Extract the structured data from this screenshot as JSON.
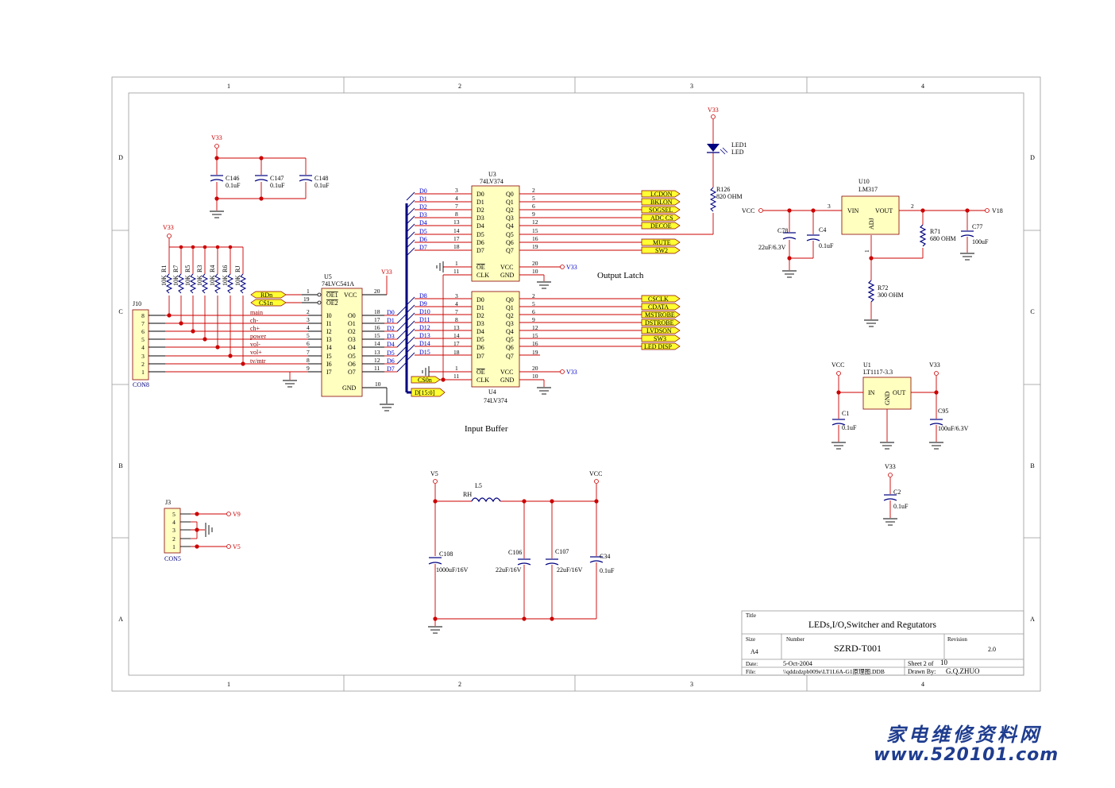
{
  "colors": {
    "wire": "#cc0000",
    "part": "#000080",
    "body_fill": "#ffffc0",
    "body_stroke": "#8b0000",
    "net_fill": "#ffff33",
    "frame": "#999999",
    "text": "#000000",
    "bus": "#000080",
    "cap": "#000080"
  },
  "frame": {
    "cols": [
      "1",
      "2",
      "3",
      "4"
    ],
    "rows": [
      "D",
      "C",
      "B",
      "A"
    ]
  },
  "power": {
    "v33": "V33",
    "vcc": "VCC",
    "v18": "V18",
    "v5": "V5",
    "v9": "V9",
    "v5b": "V5"
  },
  "caps_top": [
    {
      "ref": "C146",
      "val": "0.1uF"
    },
    {
      "ref": "C147",
      "val": "0.1uF"
    },
    {
      "ref": "C148",
      "val": "0.1uF"
    }
  ],
  "resistors_left": [
    {
      "ref": "R1",
      "val": "10K"
    },
    {
      "ref": "R7",
      "val": "10K"
    },
    {
      "ref": "R5",
      "val": "10K"
    },
    {
      "ref": "R3",
      "val": "10K"
    },
    {
      "ref": "R4",
      "val": "10K"
    },
    {
      "ref": "R6",
      "val": "10K"
    },
    {
      "ref": "RJ",
      "val": "10K"
    }
  ],
  "j10": {
    "ref": "J10",
    "name": "CON8",
    "pins": [
      "8",
      "7",
      "6",
      "5",
      "4",
      "3",
      "2",
      "1"
    ],
    "nets": [
      "main",
      "ch-",
      "ch+",
      "power",
      "vol-",
      "vol+",
      "tv/mtr"
    ]
  },
  "u5": {
    "ref": "U5",
    "part": "74LVC541A",
    "oe1": "OE1",
    "oe2": "OE2",
    "vcc": "VCC",
    "gnd": "GND",
    "oe1_pin": "1",
    "oe2_pin": "19",
    "vcc_pin": "20",
    "gnd_pin": "10",
    "in_labels": [
      "I0",
      "I1",
      "I2",
      "I3",
      "I4",
      "I5",
      "I6",
      "I7"
    ],
    "in_pins": [
      "2",
      "3",
      "4",
      "5",
      "6",
      "7",
      "8",
      "9"
    ],
    "out_labels": [
      "O0",
      "O1",
      "O2",
      "O3",
      "O4",
      "O5",
      "O6",
      "O7"
    ],
    "out_pins": [
      "18",
      "17",
      "16",
      "15",
      "14",
      "13",
      "12",
      "11"
    ],
    "out_nets": [
      "D0",
      "D1",
      "D2",
      "D3",
      "D4",
      "D5",
      "D6",
      "D7"
    ]
  },
  "u5_nets": {
    "rdn": "RDn",
    "cs1n": "CS1n"
  },
  "u3": {
    "ref": "U3",
    "part": "74LV374",
    "d_labels": [
      "D0",
      "D1",
      "D2",
      "D3",
      "D4",
      "D5",
      "D6",
      "D7"
    ],
    "d_pins": [
      "3",
      "4",
      "7",
      "8",
      "13",
      "14",
      "17",
      "18"
    ],
    "d_nets": [
      "D0",
      "D1",
      "D2",
      "D3",
      "D4",
      "D5",
      "D6",
      "D7"
    ],
    "q_labels": [
      "Q0",
      "Q1",
      "Q2",
      "Q3",
      "Q4",
      "Q5",
      "Q6",
      "Q7"
    ],
    "q_pins": [
      "2",
      "5",
      "6",
      "9",
      "12",
      "15",
      "16",
      "19"
    ],
    "oe": "OE",
    "clk": "CLK",
    "vcc": "VCC",
    "gnd": "GND",
    "oe_pin": "1",
    "clk_pin": "11",
    "vcc_pin": "20",
    "gnd_pin": "10"
  },
  "u3_outputs": [
    "LCDON",
    "BKLON",
    "SOGSEL",
    "ADC CS",
    "DECOE",
    "",
    "MUTE",
    "SW2"
  ],
  "u4": {
    "ref": "U4",
    "part": "74LV374",
    "d_labels": [
      "D0",
      "D1",
      "D2",
      "D3",
      "D4",
      "D5",
      "D6",
      "D7"
    ],
    "d_pins": [
      "3",
      "4",
      "7",
      "8",
      "13",
      "14",
      "17",
      "18"
    ],
    "d_nets": [
      "D8",
      "D9",
      "D10",
      "D11",
      "D12",
      "D13",
      "D14",
      "D15"
    ],
    "q_labels": [
      "Q0",
      "Q1",
      "Q2",
      "Q3",
      "Q4",
      "Q5",
      "Q6",
      "Q7"
    ],
    "q_pins": [
      "2",
      "5",
      "6",
      "9",
      "12",
      "15",
      "16",
      "19"
    ],
    "oe": "OE",
    "clk": "CLK",
    "vcc": "VCC",
    "gnd": "GND",
    "oe_pin": "1",
    "clk_pin": "11",
    "vcc_pin": "20",
    "gnd_pin": "10"
  },
  "u4_outputs": [
    "CSCLK",
    "CDATA",
    "MSTROBE",
    "DSTROBE",
    "LVDSON",
    "SW3",
    "LED DISP"
  ],
  "bus_nets": {
    "cs0n": "CS0n",
    "bus": "D[15:0]"
  },
  "sections": {
    "output_latch": "Output Latch",
    "input_buffer": "Input Buffer"
  },
  "led": {
    "ref": "LED1",
    "val": "LED",
    "r_ref": "R126",
    "r_val": "820 OHM"
  },
  "u10": {
    "ref": "U10",
    "part": "LM317",
    "vin": "VIN",
    "vout": "VOUT",
    "adj": "ADJ",
    "pin_in": "3",
    "pin_out": "2",
    "pin_adj": "1",
    "c78": "C78",
    "c78v": "22uF/6.3V",
    "c4": "C4",
    "c4v": "0.1uF",
    "r71": "R71",
    "r71v": "680 OHM",
    "c77": "C77",
    "c77v": "100uF",
    "r72": "R72",
    "r72v": "300 OHM"
  },
  "u1": {
    "ref": "U1",
    "part": "LT1117-3.3",
    "in": "IN",
    "out": "OUT",
    "gnd": "GND",
    "c1": "C1",
    "c1v": "0.1uF",
    "c95": "C95",
    "c95v": "100uF/6.3V"
  },
  "c2": {
    "ref": "C2",
    "val": "0.1uF"
  },
  "j3": {
    "ref": "J3",
    "name": "CON5",
    "pins": [
      "5",
      "4",
      "3",
      "2",
      "1"
    ]
  },
  "filter": {
    "l5": "L5",
    "rh": "RH",
    "c108": "C108",
    "c108v": "1000uF/16V",
    "c106": "C106",
    "c106v": "22uF/16V",
    "c107": "C107",
    "c107v": "22uF/16V",
    "c34": "C34",
    "c34v": "0.1uF"
  },
  "title_block": {
    "title_lbl": "Title",
    "title": "LEDs,I/O,Switcher and Regutators",
    "size_lbl": "Size",
    "size": "A4",
    "number_lbl": "Number",
    "number": "SZRD-T001",
    "rev_lbl": "Revision",
    "rev": "2.0",
    "date_lbl": "Date:",
    "date": "5-Oct-2004",
    "sheet": "Sheet 2 of",
    "sheet_total": "10",
    "file_lbl": "File:",
    "file": "\\\\qddzdzpb009e\\LT1L6A-G1原理图.DDB",
    "drawn_lbl": "Drawn By:",
    "drawn": "G.Q.ZHUO"
  },
  "watermark": {
    "cn": "家电维修资料网",
    "url": "www.520101.com"
  }
}
